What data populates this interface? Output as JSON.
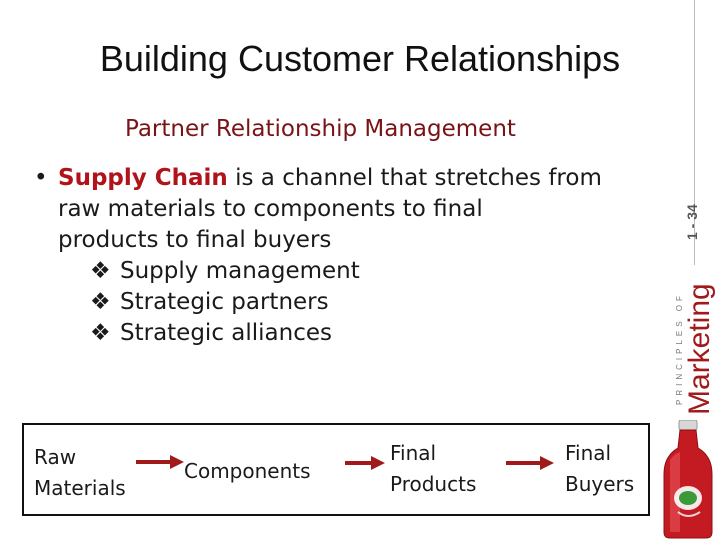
{
  "slide": {
    "title": "Building Customer Relationships",
    "subtitle": "Partner Relationship Management",
    "bullet": {
      "term": "Supply Chain",
      "text_line1": " is a channel that stretches from",
      "text_line2": "raw materials to components to final",
      "text_line3": "products to final buyers"
    },
    "sub_items": [
      "Supply management",
      "Strategic partners",
      "Strategic alliances"
    ],
    "flow": {
      "nodes": [
        {
          "line1": "Raw",
          "line2": "Materials"
        },
        {
          "line1": "Components",
          "line2": ""
        },
        {
          "line1": "Final",
          "line2": "Products"
        },
        {
          "line1": "Final",
          "line2": "Buyers"
        }
      ]
    },
    "side": {
      "slide_number": "1 - 34",
      "book_small": "PRINCIPLES OF",
      "book_large": "Marketing"
    }
  },
  "colors": {
    "accent_dark_red": "#7a1316",
    "term_red": "#b0141a",
    "arrow_red": "#a01a1c"
  }
}
